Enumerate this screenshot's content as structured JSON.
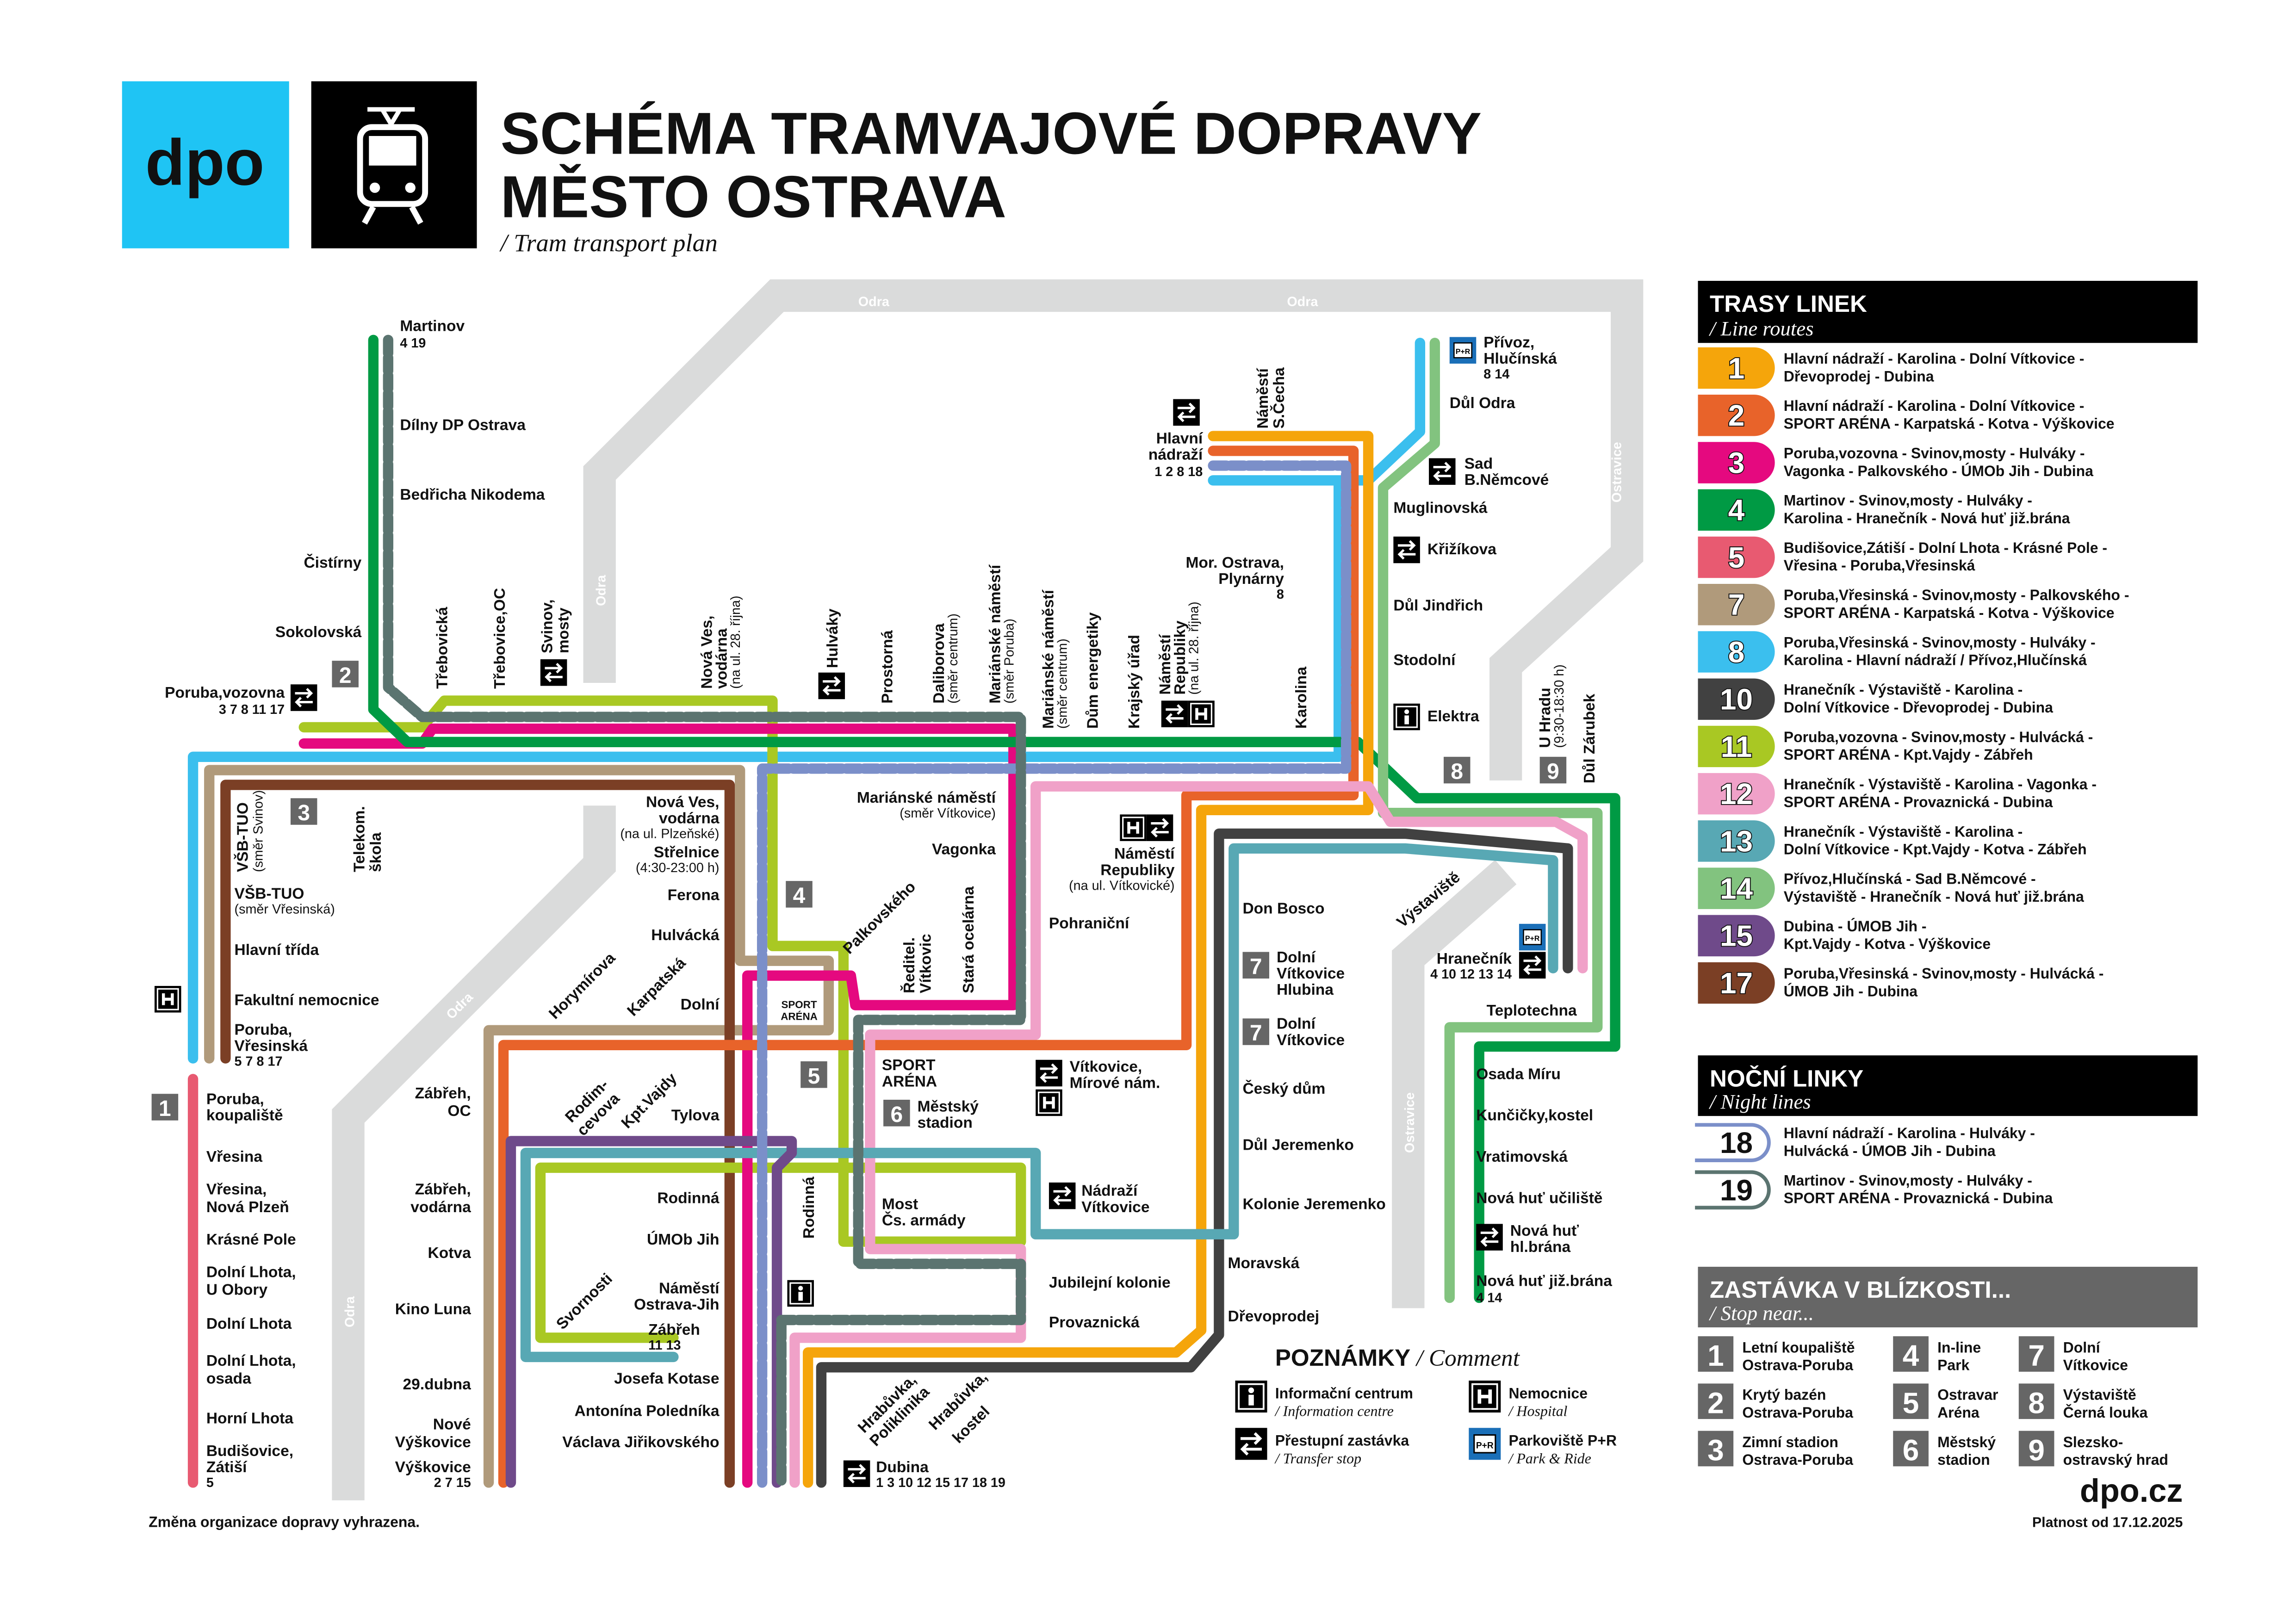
{
  "header": {
    "logo_text": "dpo",
    "title_line1": "SCHÉMA TRAMVAJOVÉ DOPRAVY",
    "title_line2": "MĚSTO OSTRAVA",
    "subtitle": "/ Tram transport plan",
    "logo_color": "#1fc4f4"
  },
  "rivers": {
    "odra": "Odra",
    "ostravice": "Ostravice"
  },
  "lines": {
    "1": {
      "color": "#f5a50b"
    },
    "2": {
      "color": "#e8632a"
    },
    "3": {
      "color": "#e5097f"
    },
    "4": {
      "color": "#009a44"
    },
    "5": {
      "color": "#e85a71"
    },
    "7": {
      "color": "#b09a7b"
    },
    "8": {
      "color": "#3bbfee"
    },
    "10": {
      "color": "#414141"
    },
    "11": {
      "color": "#a9c823"
    },
    "12": {
      "color": "#f0a1c8"
    },
    "13": {
      "color": "#58a8b4"
    },
    "14": {
      "color": "#82c37f"
    },
    "15": {
      "color": "#6f4a8a"
    },
    "17": {
      "color": "#7b3f25"
    },
    "18": {
      "color": "#7b8fc9"
    },
    "19": {
      "color": "#5b7470"
    }
  },
  "stations": {
    "martinov": [
      "Martinov",
      "4 19"
    ],
    "dilny": "Dílny DP Ostrava",
    "nikodema": "Bedřicha Nikodema",
    "cistirny": "Čistírny",
    "sokolovska": "Sokolovská",
    "poruba_vozovna": [
      "Poruba,vozovna",
      "3 7 8 11 17"
    ],
    "trebovicka": "Třebovická",
    "trebovice_oc": "Třebovice,OC",
    "svinov": [
      "Svinov,",
      "mosty"
    ],
    "nova_ves_28": [
      "Nová Ves,",
      "vodárna",
      "(na ul. 28. října)"
    ],
    "hulvaky": "Hulváky",
    "prostorna": "Prostorná",
    "daliborova": [
      "Daliborova",
      "(směr centrum)"
    ],
    "marianske_poruba": [
      "Mariánské náměstí",
      "(směr Poruba)"
    ],
    "marianske_centrum": [
      "Mariánské náměstí",
      "(směr centrum)"
    ],
    "dum_energetiky": "Dům energetiky",
    "krajsky": "Krajský úřad",
    "nam_rep_28": [
      "Náměstí",
      "Republiky",
      "(na ul. 28. října)"
    ],
    "karolina": "Karolina",
    "hlavni": [
      "Hlavní",
      "nádraží",
      "1 2 8 18"
    ],
    "nam_cecha": [
      "Náměstí",
      "S.Čecha"
    ],
    "privoz": [
      "Přívoz,",
      "Hlučínská",
      "8 14"
    ],
    "dul_odra": "Důl Odra",
    "sad": [
      "Sad",
      "B.Němcové"
    ],
    "muglinovska": "Muglinovská",
    "krizikova": "Křižíkova",
    "dul_jindrich": "Důl Jindřich",
    "stodolni": "Stodolní",
    "elektra": "Elektra",
    "mor_ostrava": [
      "Mor. Ostrava,",
      "Plynárny",
      "8"
    ],
    "u_hradu": [
      "U Hradu",
      "(9:30-18:30 h)"
    ],
    "dul_zarubek": "Důl Zárubek",
    "vsb_svinov": [
      "VŠB-TUO",
      "(směr Svinov)"
    ],
    "telekom": [
      "Telekom.",
      "škola"
    ],
    "vsb_vresinska": [
      "VŠB-TUO",
      "(směr Vřesinská)"
    ],
    "hlavni_trida": "Hlavní třída",
    "fakultni": "Fakultní nemocnice",
    "poruba_vresinska": [
      "Poruba,",
      "Vřesinská",
      "5 7 8 17"
    ],
    "poruba_koupaliste": [
      "Poruba,",
      "koupaliště"
    ],
    "vresina": "Vřesina",
    "vresina_np": [
      "Vřesina,",
      "Nová Plzeň"
    ],
    "krasne_pole": "Krásné Pole",
    "dl_u_obory": [
      "Dolní Lhota,",
      "U Obory"
    ],
    "dolni_lhota": "Dolní Lhota",
    "dl_osada": [
      "Dolní Lhota,",
      "osada"
    ],
    "horni_lhota": "Horní Lhota",
    "budisovice": [
      "Budišovice,",
      "Zátiší",
      "5"
    ],
    "nova_ves_plz": [
      "Nová Ves,",
      "vodárna",
      "(na ul. Plzeňské)"
    ],
    "strelnice": [
      "Střelnice",
      "(4:30-23:00 h)"
    ],
    "ferona": "Ferona",
    "hulvacka": "Hulvácká",
    "dolni": "Dolní",
    "horymirova": "Horymírova",
    "karpatska": "Karpatská",
    "zabreh_oc": [
      "Zábřeh,",
      "OC"
    ],
    "rodimcevova": [
      "Rodim-",
      "cevova"
    ],
    "kpt_vajdy": "Kpt.Vajdy",
    "tylova": "Tylova",
    "zabreh_vodarna": [
      "Zábřeh,",
      "vodárna"
    ],
    "rodinna": "Rodinná",
    "umob": "ÚMOb Jih",
    "kotva": "Kotva",
    "svornosti": "Svornosti",
    "nam_oj": [
      "Náměstí",
      "Ostrava-Jih"
    ],
    "zabreh": [
      "Zábřeh",
      "11 13"
    ],
    "kino_luna": "Kino Luna",
    "kotase": "Josefa Kotase",
    "polednika": "Antonína Poledníka",
    "jirikovskeho": "Václava Jiřikovského",
    "dubna": "29.dubna",
    "nove_vyskovice": [
      "Nové",
      "Výškovice"
    ],
    "vyskovice": [
      "Výškovice",
      "2 7 15"
    ],
    "marianske_vitkovice": [
      "Mariánské náměstí",
      "(směr Vítkovice)"
    ],
    "vagonka": "Vagonka",
    "palkovskeho": "Palkovského",
    "reditel": [
      "Ředitel.",
      "Vítkovic"
    ],
    "stara_ocelarna": "Stará ocelárna",
    "sport_arena_small": [
      "SPORT",
      "ARÉNA"
    ],
    "rodinna_v": "Rodinná",
    "sport_arena": [
      "SPORT",
      "ARÉNA"
    ],
    "mestsky": [
      "Městský",
      "stadion"
    ],
    "most": [
      "Most",
      "Čs. armády"
    ],
    "vitkovice_mir": [
      "Vítkovice,",
      "Mírové nám."
    ],
    "nadrazi_vitkovice": [
      "Nádraží",
      "Vítkovice"
    ],
    "jubilejni": "Jubilejní kolonie",
    "provaznicka": "Provaznická",
    "hrabuvka_pol": [
      "Hrabůvka,",
      "Poliklinika"
    ],
    "hrabuvka_kostel": [
      "Hrabůvka,",
      "kostel"
    ],
    "dubina": [
      "Dubina",
      "1 3 10 12 15 17 18 19"
    ],
    "nam_rep_vitkovicke": [
      "Náměstí",
      "Republiky",
      "(na ul. Vítkovické)"
    ],
    "pohranicni": "Pohraniční",
    "don_bosco": "Don Bosco",
    "dv_hlubina": [
      "Dolní",
      "Vítkovice",
      "Hlubina"
    ],
    "dv": [
      "Dolní",
      "Vítkovice"
    ],
    "cesky_dum": "Český dům",
    "dul_jeremenko": "Důl Jeremenko",
    "kolonie": "Kolonie Jeremenko",
    "moravska": "Moravská",
    "drevoprodej": "Dřevoprodej",
    "vystaviste": "Výstaviště",
    "hranecnik": [
      "Hranečník",
      "4 10 12 13 14"
    ],
    "teplotechna": "Teplotechna",
    "osada_miru": "Osada Míru",
    "kuncicky": "Kunčičky,kostel",
    "vratimovska": "Vratimovská",
    "nh_uciliste": "Nová huť učiliště",
    "nh_hl": [
      "Nová huť",
      "hl.brána"
    ],
    "nh_jiz": [
      "Nová huť již.brána",
      "4 14"
    ]
  },
  "icons": {
    "transfer": "⇄",
    "info": "i",
    "hospital": "H",
    "park_ride": "P+R"
  },
  "routes": {
    "title": "TRASY LINEK",
    "subtitle": "/ Line routes",
    "items": [
      {
        "num": "1",
        "l1": "Hlavní nádraží - Karolina - Dolní Vítkovice -",
        "l2": "Dřevoprodej - Dubina"
      },
      {
        "num": "2",
        "l1": "Hlavní nádraží - Karolina - Dolní Vítkovice -",
        "l2": "SPORT ARÉNA - Karpatská - Kotva - Výškovice"
      },
      {
        "num": "3",
        "l1": "Poruba,vozovna - Svinov,mosty - Hulváky -",
        "l2": "Vagonka - Palkovského - ÚMOb Jih - Dubina"
      },
      {
        "num": "4",
        "l1": "Martinov - Svinov,mosty - Hulváky -",
        "l2": "Karolina - Hranečník - Nová huť již.brána"
      },
      {
        "num": "5",
        "l1": "Budišovice,Zátiší - Dolní Lhota - Krásné Pole -",
        "l2": "Vřesina - Poruba,Vřesinská"
      },
      {
        "num": "7",
        "l1": "Poruba,Vřesinská - Svinov,mosty - Palkovského -",
        "l2": "SPORT ARÉNA - Karpatská - Kotva - Výškovice"
      },
      {
        "num": "8",
        "l1": "Poruba,Vřesinská - Svinov,mosty - Hulváky -",
        "l2": "Karolina - Hlavní nádraží / Přívoz,Hlučínská"
      },
      {
        "num": "10",
        "l1": "Hranečník - Výstaviště - Karolina -",
        "l2": "Dolní Vítkovice - Dřevoprodej - Dubina"
      },
      {
        "num": "11",
        "l1": "Poruba,vozovna - Svinov,mosty - Hulvácká -",
        "l2": "SPORT ARÉNA - Kpt.Vajdy - Zábřeh"
      },
      {
        "num": "12",
        "l1": "Hranečník - Výstaviště - Karolina - Vagonka -",
        "l2": "SPORT ARÉNA - Provaznická - Dubina"
      },
      {
        "num": "13",
        "l1": "Hranečník - Výstaviště - Karolina -",
        "l2": "Dolní Vítkovice - Kpt.Vajdy - Kotva - Zábřeh"
      },
      {
        "num": "14",
        "l1": "Přívoz,Hlučínská - Sad B.Němcové -",
        "l2": "Výstaviště - Hranečník - Nová huť již.brána"
      },
      {
        "num": "15",
        "l1": "Dubina - ÚMOB Jih -",
        "l2": "Kpt.Vajdy - Kotva - Výškovice"
      },
      {
        "num": "17",
        "l1": "Poruba,Vřesinská - Svinov,mosty - Hulvácká -",
        "l2": "ÚMOB Jih - Dubina"
      }
    ]
  },
  "night": {
    "title": "NOČNÍ LINKY",
    "subtitle": "/ Night lines",
    "items": [
      {
        "num": "18",
        "l1": "Hlavní nádraží - Karolina - Hulváky -",
        "l2": "Hulvácká - ÚMOB Jih - Dubina"
      },
      {
        "num": "19",
        "l1": "Martinov - Svinov,mosty - Hulváky -",
        "l2": "SPORT ARÉNA - Provaznická - Dubina"
      }
    ]
  },
  "near": {
    "title": "ZASTÁVKA V BLÍZKOSTI...",
    "subtitle": "/ Stop near...",
    "items": [
      {
        "num": "1",
        "l1": "Letní koupaliště",
        "l2": "Ostrava-Poruba"
      },
      {
        "num": "2",
        "l1": "Krytý bazén",
        "l2": "Ostrava-Poruba"
      },
      {
        "num": "3",
        "l1": "Zimní stadion",
        "l2": "Ostrava-Poruba"
      },
      {
        "num": "4",
        "l1": "In-line",
        "l2": "Park"
      },
      {
        "num": "5",
        "l1": "Ostravar",
        "l2": "Aréna"
      },
      {
        "num": "6",
        "l1": "Městský",
        "l2": "stadion"
      },
      {
        "num": "7",
        "l1": "Dolní",
        "l2": "Vítkovice"
      },
      {
        "num": "8",
        "l1": "Výstaviště",
        "l2": "Černá louka"
      },
      {
        "num": "9",
        "l1": "Slezsko-",
        "l2": "ostravský hrad"
      }
    ]
  },
  "notes": {
    "title": "POZNÁMKY",
    "subtitle": "/ Comment",
    "info": [
      "Informační centrum",
      "/ Information centre"
    ],
    "transfer": [
      "Přestupní zastávka",
      "/ Transfer stop"
    ],
    "hospital": [
      "Nemocnice",
      "/ Hospital"
    ],
    "park": [
      "Parkoviště P+R",
      "/ Park & Ride"
    ]
  },
  "footer": {
    "disclaimer": "Změna organizace dopravy vyhrazena.",
    "website": "dpo.cz",
    "validity": "Platnost od 17.12.2025"
  }
}
